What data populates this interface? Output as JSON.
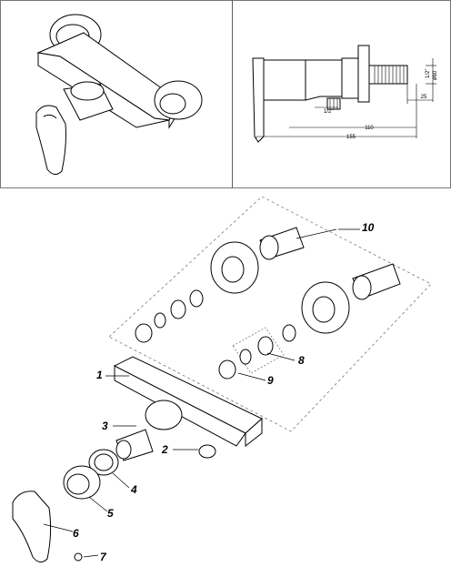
{
  "dimensions": {
    "thread": "1/2\"",
    "height": "ø60",
    "offset": "25",
    "body_length": "110",
    "total_length": "155",
    "inlet_thread": "1/2\""
  },
  "parts": [
    {
      "number": "1"
    },
    {
      "number": "2"
    },
    {
      "number": "3"
    },
    {
      "number": "4"
    },
    {
      "number": "5"
    },
    {
      "number": "6"
    },
    {
      "number": "7"
    },
    {
      "number": "8"
    },
    {
      "number": "9"
    },
    {
      "number": "10"
    }
  ]
}
